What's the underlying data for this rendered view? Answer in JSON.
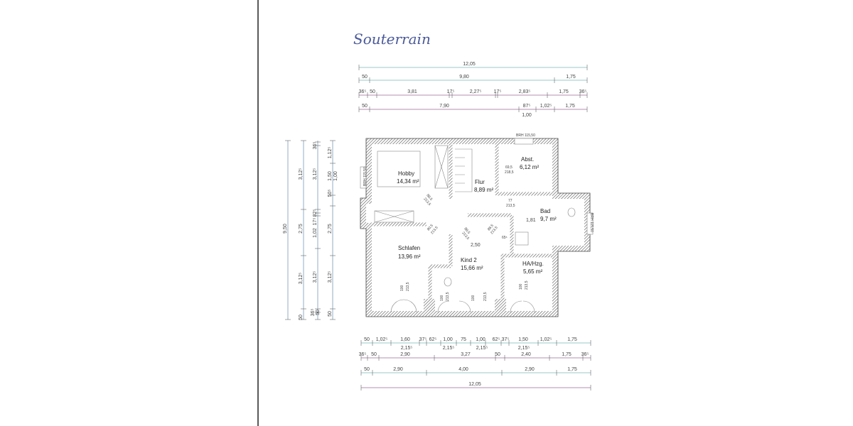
{
  "title": "Souterrain",
  "colors": {
    "wall": "#555555",
    "dim_line_a": "#9a6a9a",
    "dim_line_b": "#7ab8b8",
    "ink": "#333333",
    "title_ink": "#4a5a9a"
  },
  "top_dimensions": [
    [
      "12,05"
    ],
    [
      "50",
      "9,80",
      "1,75"
    ],
    [
      "36⁵",
      "50",
      "3,81",
      "17⁵",
      "2,27⁵",
      "17⁵",
      "2,83⁵",
      "1,75",
      "36⁵"
    ],
    [
      "50",
      "7,90",
      "87⁵",
      "1,00",
      "1,02⁵",
      "1,75"
    ]
  ],
  "bottom_dimensions": [
    [
      "50",
      "1,02⁵",
      "1,60",
      "37⁵",
      "62⁵",
      "1,00",
      "75",
      "1,00",
      "62⁵",
      "37⁵",
      "1,50",
      "1,02⁵",
      "1,75"
    ],
    [
      "2,15⁵",
      "2,15⁵",
      "2,15⁵",
      "2,15⁵"
    ],
    [
      "36⁵",
      "50",
      "2,90",
      "3,27",
      "50",
      "2,40",
      "1,75",
      "36⁵"
    ],
    [
      "50",
      "2,90",
      "4,00",
      "2,90",
      "1,75"
    ],
    [
      "12,05"
    ]
  ],
  "left_dimensions": [
    [
      "9,50"
    ],
    [
      "3,12⁵",
      "2,75",
      "3,12⁵",
      "50"
    ],
    [
      "36⁵",
      "3,12⁵",
      "1,02",
      "17⁵",
      "82⁵",
      "3,12⁵",
      "36⁵",
      "50"
    ],
    [
      "1,12⁵",
      "1,50",
      "50⁵",
      "2,75",
      "3,12⁵",
      "50"
    ],
    [
      "1,00"
    ]
  ],
  "rooms": [
    {
      "name": "Hobby",
      "area": "14,34 m²"
    },
    {
      "name": "Flur",
      "area": "8,89 m²"
    },
    {
      "name": "Abst.",
      "area": "6,12 m²"
    },
    {
      "name": "Bad",
      "area": "9,7 m²"
    },
    {
      "name": "Schlafen",
      "area": "13,96 m²"
    },
    {
      "name": "Kind 2",
      "area": "15,66 m²"
    },
    {
      "name": "HA/Hzg.",
      "area": "5,65 m²"
    }
  ],
  "annotations": {
    "brh_top": "BRH 115,50",
    "brh_left": "BRH 115,50",
    "brh_right": "BRH 115,50",
    "bad_width": "1,81",
    "kind_width": "2,50",
    "flur_door": [
      "77",
      "213,5"
    ],
    "abst_door": [
      "69,5",
      "218,5"
    ],
    "door_a": [
      "88,5",
      "213,5"
    ],
    "door_b": [
      "80,5",
      "213,5"
    ],
    "door_c": [
      "88,5",
      "213,5"
    ],
    "door_d": [
      "88,5",
      "213,5"
    ],
    "kind_niche": "65⁵",
    "door_schlafen": [
      "100",
      "213,5"
    ],
    "door_kind_left": [
      "100",
      "213,5"
    ],
    "door_kind_right": [
      "100",
      "213,5"
    ],
    "door_ha": [
      "100",
      "213,5"
    ]
  }
}
